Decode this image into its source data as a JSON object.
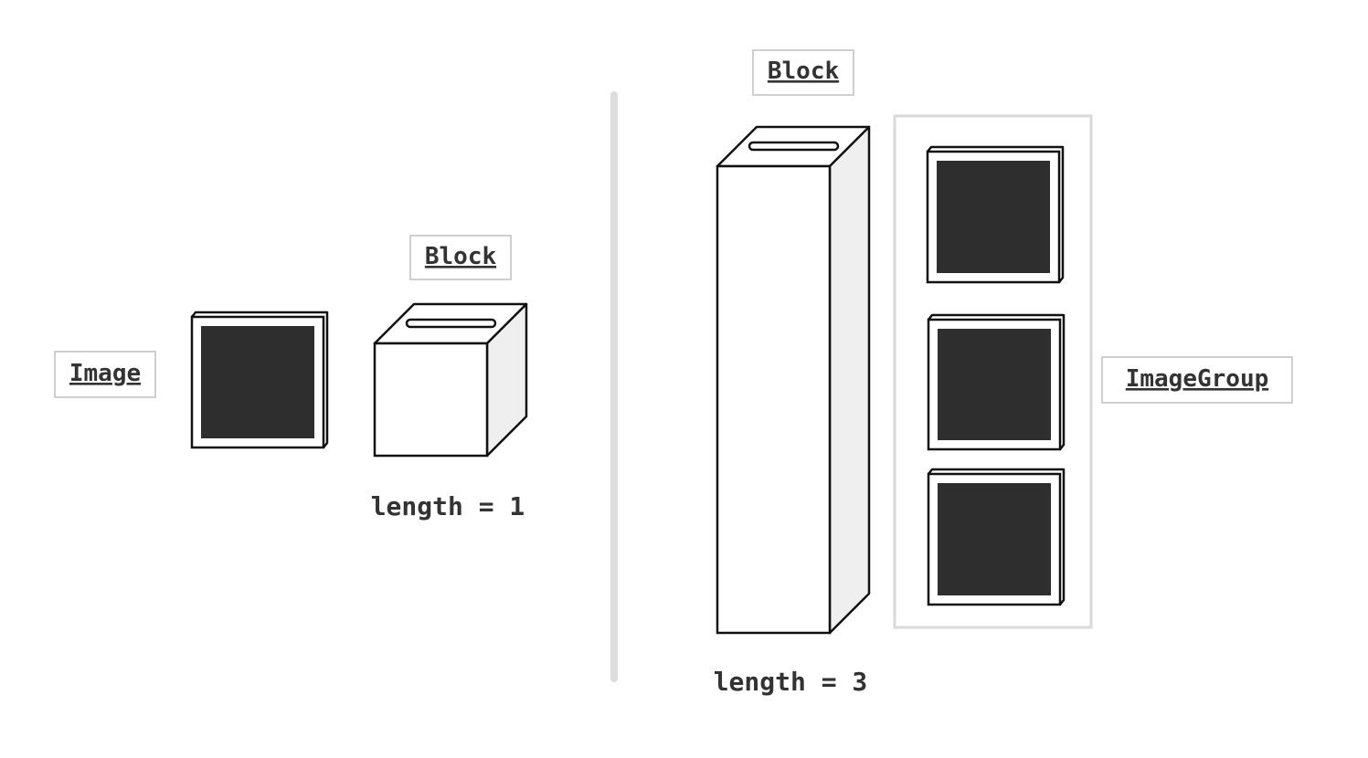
{
  "left": {
    "image_label": "Image",
    "block_label": "Block",
    "length_text": "length = 1"
  },
  "right": {
    "block_label": "Block",
    "group_label": "ImageGroup",
    "length_text": "length = 3"
  },
  "colors": {
    "image_fill": "#2e2e2e",
    "outline": "#111111",
    "side_fill": "#efefef",
    "divider": "#dddddd",
    "label_border": "#cfcfcf",
    "text": "#333333"
  }
}
